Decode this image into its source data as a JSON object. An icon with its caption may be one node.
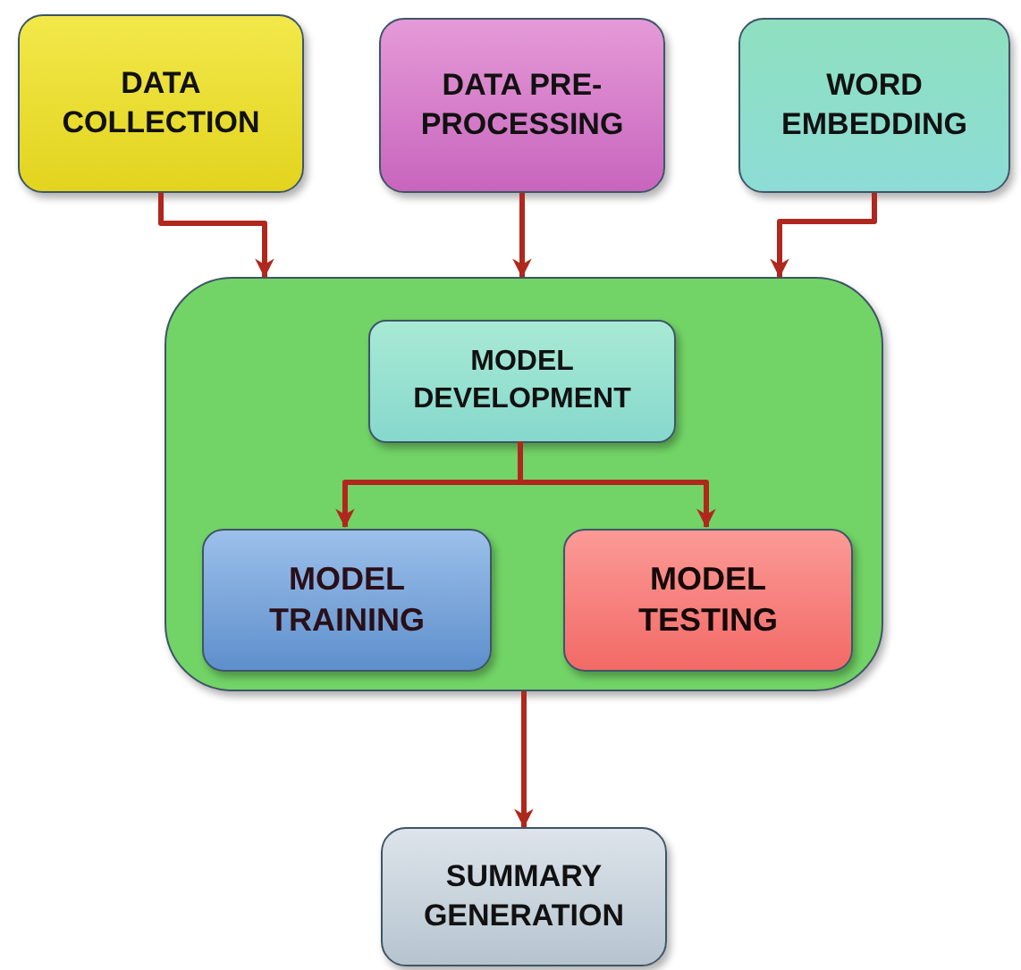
{
  "diagram": {
    "nodes": [
      {
        "text": [
          "DATA COLLECTION"
        ]
      },
      {
        "text": [
          "DATA PRE-PROCESSING"
        ]
      },
      {
        "text": [
          "WORD EMBEDDING"
        ]
      },
      {
        "text": [],
        "shape": "box"
      },
      {
        "text": [
          "MODEL DEVELOPMENT"
        ],
        "in": 3
      },
      {
        "text": [
          "MODEL TRAINING"
        ],
        "in": 3
      },
      {
        "text": [
          "MODEL TESTING"
        ],
        "in": 3
      },
      {
        "text": [
          "SUMMARY GENERATION"
        ]
      }
    ],
    "edges": [
      {
        "from": 0,
        "to": 3,
        "arrow": "to"
      },
      {
        "from": 1,
        "to": 3,
        "arrow": "to"
      },
      {
        "from": 2,
        "to": 3,
        "arrow": "to"
      },
      {
        "from": 4,
        "to": 5,
        "arrow": "to"
      },
      {
        "from": 4,
        "to": 6,
        "arrow": "to"
      },
      {
        "from": 3,
        "to": 7,
        "arrow": "to"
      }
    ]
  }
}
